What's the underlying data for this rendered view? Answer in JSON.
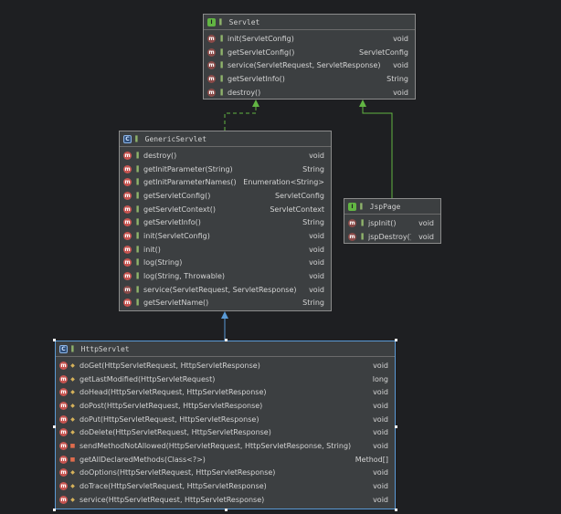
{
  "diagram": {
    "colors": {
      "background": "#1e1f22",
      "box_fill": "#3c3f41",
      "box_border": "#8c8c8c",
      "implements_line": "#62b543",
      "extends_line": "#5a9ad6",
      "method_icon": "#c75450"
    },
    "classes": [
      {
        "id": "servlet",
        "kind": "interface",
        "icon": "interface-icon",
        "title": "Servlet",
        "methods": [
          {
            "name": "init(ServletConfig)",
            "type": "void",
            "visibility": "public",
            "abstract": true
          },
          {
            "name": "getServletConfig()",
            "type": "ServletConfig",
            "visibility": "public",
            "abstract": true
          },
          {
            "name": "service(ServletRequest, ServletResponse)",
            "type": "void",
            "visibility": "public",
            "abstract": true
          },
          {
            "name": "getServletInfo()",
            "type": "String",
            "visibility": "public",
            "abstract": true
          },
          {
            "name": "destroy()",
            "type": "void",
            "visibility": "public",
            "abstract": true
          }
        ]
      },
      {
        "id": "genericservlet",
        "kind": "abstract-class",
        "icon": "abstract-class-icon",
        "title": "GenericServlet",
        "methods": [
          {
            "name": "destroy()",
            "type": "void",
            "visibility": "public",
            "abstract": false
          },
          {
            "name": "getInitParameter(String)",
            "type": "String",
            "visibility": "public",
            "abstract": false
          },
          {
            "name": "getInitParameterNames()",
            "type": "Enumeration<String>",
            "visibility": "public",
            "abstract": false
          },
          {
            "name": "getServletConfig()",
            "type": "ServletConfig",
            "visibility": "public",
            "abstract": false
          },
          {
            "name": "getServletContext()",
            "type": "ServletContext",
            "visibility": "public",
            "abstract": false
          },
          {
            "name": "getServletInfo()",
            "type": "String",
            "visibility": "public",
            "abstract": false
          },
          {
            "name": "init(ServletConfig)",
            "type": "void",
            "visibility": "public",
            "abstract": false
          },
          {
            "name": "init()",
            "type": "void",
            "visibility": "public",
            "abstract": false
          },
          {
            "name": "log(String)",
            "type": "void",
            "visibility": "public",
            "abstract": false
          },
          {
            "name": "log(String, Throwable)",
            "type": "void",
            "visibility": "public",
            "abstract": false
          },
          {
            "name": "service(ServletRequest, ServletResponse)",
            "type": "void",
            "visibility": "public",
            "abstract": true
          },
          {
            "name": "getServletName()",
            "type": "String",
            "visibility": "public",
            "abstract": false
          }
        ]
      },
      {
        "id": "jsppage",
        "kind": "interface",
        "icon": "interface-icon",
        "title": "JspPage",
        "methods": [
          {
            "name": "jspInit()",
            "type": "void",
            "visibility": "public",
            "abstract": true
          },
          {
            "name": "jspDestroy()",
            "type": "void",
            "visibility": "public",
            "abstract": true
          }
        ]
      },
      {
        "id": "httpservlet",
        "kind": "abstract-class",
        "icon": "abstract-class-icon",
        "title": "HttpServlet",
        "methods": [
          {
            "name": "doGet(HttpServletRequest, HttpServletResponse)",
            "type": "void",
            "visibility": "protected",
            "abstract": false
          },
          {
            "name": "getLastModified(HttpServletRequest)",
            "type": "long",
            "visibility": "protected",
            "abstract": false
          },
          {
            "name": "doHead(HttpServletRequest, HttpServletResponse)",
            "type": "void",
            "visibility": "protected",
            "abstract": false
          },
          {
            "name": "doPost(HttpServletRequest, HttpServletResponse)",
            "type": "void",
            "visibility": "protected",
            "abstract": false
          },
          {
            "name": "doPut(HttpServletRequest, HttpServletResponse)",
            "type": "void",
            "visibility": "protected",
            "abstract": false
          },
          {
            "name": "doDelete(HttpServletRequest, HttpServletResponse)",
            "type": "void",
            "visibility": "protected",
            "abstract": false
          },
          {
            "name": "sendMethodNotAllowed(HttpServletRequest, HttpServletResponse, String)",
            "type": "void",
            "visibility": "private",
            "abstract": false
          },
          {
            "name": "getAllDeclaredMethods(Class<?>)",
            "type": "Method[]",
            "visibility": "private",
            "abstract": false
          },
          {
            "name": "doOptions(HttpServletRequest, HttpServletResponse)",
            "type": "void",
            "visibility": "protected",
            "abstract": false
          },
          {
            "name": "doTrace(HttpServletRequest, HttpServletResponse)",
            "type": "void",
            "visibility": "protected",
            "abstract": false
          },
          {
            "name": "service(HttpServletRequest, HttpServletResponse)",
            "type": "void",
            "visibility": "protected",
            "abstract": false
          }
        ]
      }
    ],
    "relations": [
      {
        "from": "genericservlet",
        "to": "servlet",
        "type": "implements"
      },
      {
        "from": "jsppage",
        "to": "servlet",
        "type": "extends-interface"
      },
      {
        "from": "httpservlet",
        "to": "genericservlet",
        "type": "extends"
      }
    ],
    "selected": "httpservlet"
  }
}
